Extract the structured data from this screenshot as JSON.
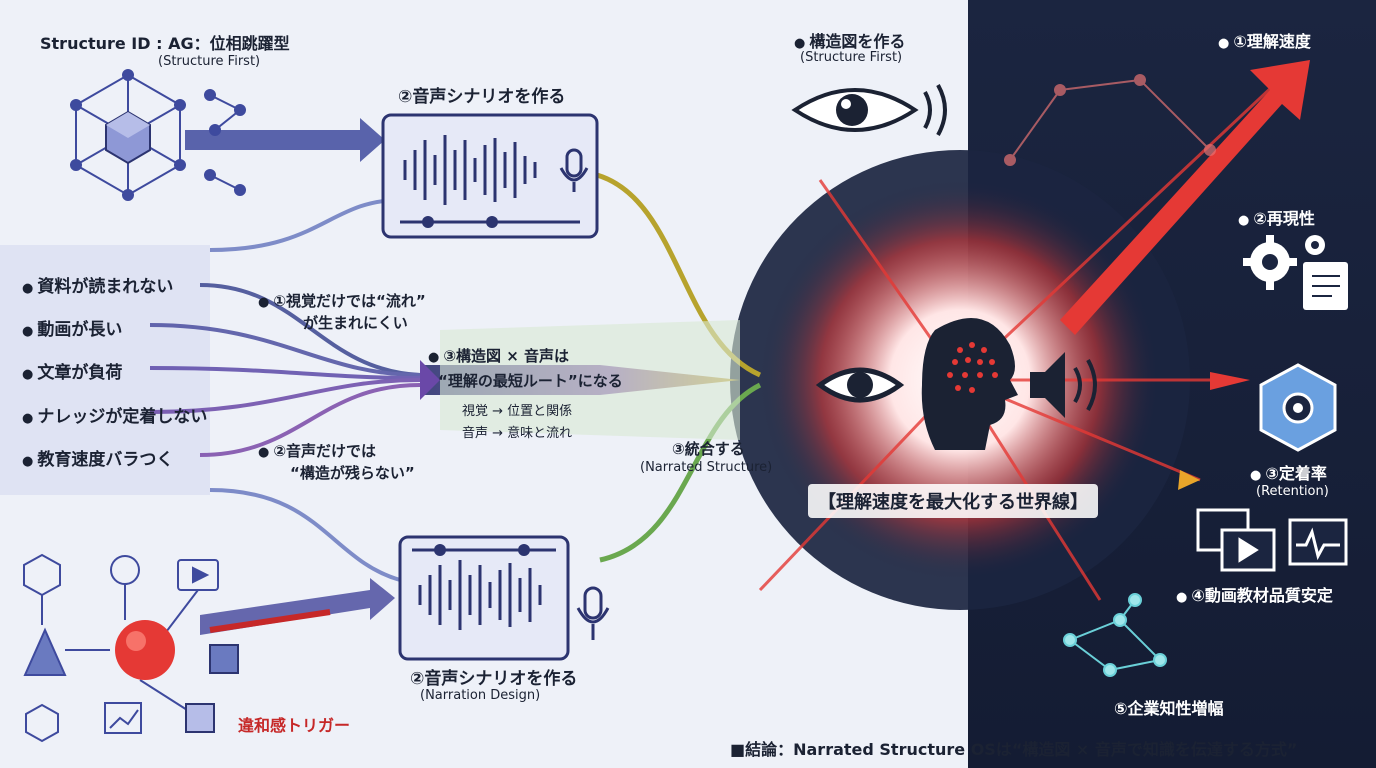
{
  "header": {
    "structure_id": "Structure ID : AG：位相跳躍型",
    "structure_id_sub": "(Structure First)"
  },
  "left": {
    "problems": [
      "資料が読まれない",
      "動画が長い",
      "文章が負荷",
      "ナレッジが定着しない",
      "教育速度バラつく"
    ],
    "trigger": "違和感トリガー"
  },
  "middle": {
    "top_card_label": "②音声シナリオを作る",
    "bottom_card_label": "②音声シナリオを作る",
    "bottom_card_sub": "(Narration Design)",
    "issue1_line1": "①視覚だけでは“流れ”",
    "issue1_line2": "が生まれにくい",
    "issue2_line1": "②音声だけでは",
    "issue2_line2": "“構造が残らない”",
    "issue3_line1": "③構造図 × 音声は",
    "issue3_line2": "“理解の最短ルート”になる",
    "issue3_detail1": "視覚 → 位置と関係",
    "issue3_detail2": "音声 → 意味と流れ",
    "integrate": "③統合する",
    "integrate_sub": "(Narrated Structure)"
  },
  "center": {
    "make_structure": "構造図を作る",
    "make_structure_sub": "(Structure First)",
    "worldline": "【理解速度を最大化する世界線】"
  },
  "right": {
    "benefits": [
      {
        "label": "①理解速度",
        "sub": ""
      },
      {
        "label": "②再現性",
        "sub": ""
      },
      {
        "label": "③定着率",
        "sub": "(Retention)"
      },
      {
        "label": "④動画教材品質安定",
        "sub": ""
      },
      {
        "label": "⑤企業知性増幅",
        "sub": ""
      }
    ]
  },
  "footer": {
    "conclusion": "■結論：Narrated Structure OSは“構造図 × 音声で知識を伝達する方式”"
  },
  "colors": {
    "accent_red": "#e53935",
    "navy": "#2c3470",
    "purple": "#5c3c9e",
    "olive": "#a89a2a",
    "green": "#6aa84f",
    "dark_panel": "#1b2540"
  },
  "icons": [
    "network-icon",
    "cube-icon",
    "eye-icon",
    "speaker-icon",
    "microphone-icon",
    "head-icon",
    "gear-icon",
    "document-icon",
    "vault-icon",
    "video-icon",
    "graph-icon",
    "arrow-icon"
  ]
}
